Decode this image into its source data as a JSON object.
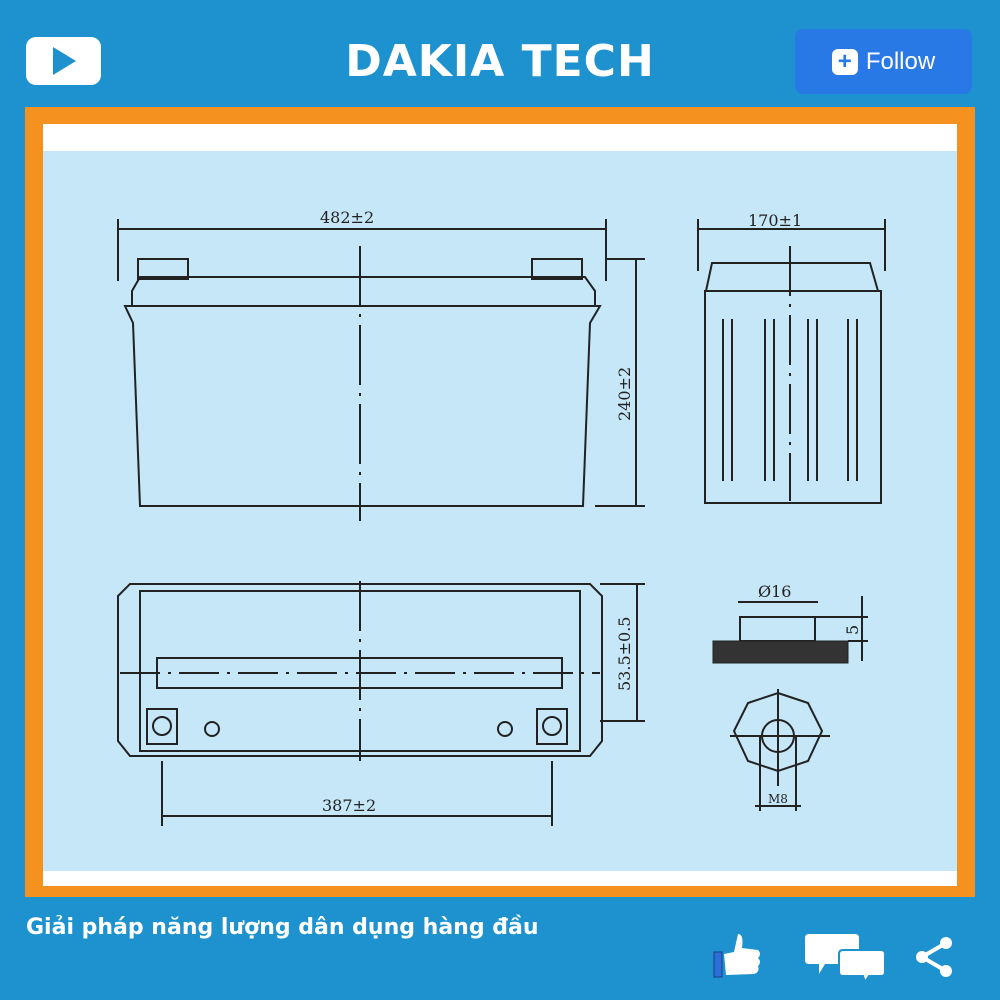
{
  "header": {
    "title": "DAKIA TECH",
    "follow_label": "Follow",
    "play_icon": "play-icon"
  },
  "drawing": {
    "front_width": "482±2",
    "front_height": "240±2",
    "side_width": "170±1",
    "top_offset": "53.5±0.5",
    "terminal_spacing": "387±2",
    "terminal_diameter": "Ø16",
    "terminal_height": "5",
    "bolt": "M8"
  },
  "footer": {
    "caption": "Giải pháp năng lượng dân dụng hàng đầu"
  },
  "colors": {
    "background": "#1e92cf",
    "frame": "#f5921f",
    "follow": "#2878e6",
    "drawing_bg": "#c6e7f8"
  }
}
